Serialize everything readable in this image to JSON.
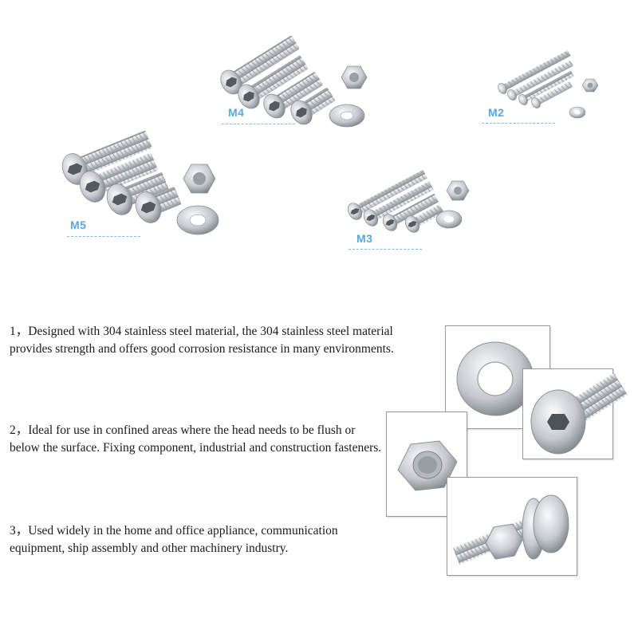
{
  "sizes": {
    "m4": "M4",
    "m2": "M2",
    "m5": "M5",
    "m3": "M3"
  },
  "features": [
    {
      "number": "1，",
      "text": "Designed with 304 stainless steel material, the 304 stainless steel material provides strength and offers good corrosion resistance in many environments."
    },
    {
      "number": "2，",
      "text": "Ideal for use in confined areas where the head needs to be flush or below the surface. Fixing component, industrial and construction fasteners."
    },
    {
      "number": "3，",
      "text": "Used widely in the home and office appliance, communication equipment, ship assembly and other machinery industry."
    }
  ],
  "colors": {
    "label": "#5aa7e0",
    "steel_light": "#eef0f2",
    "steel_mid": "#c4c8cc",
    "steel_dark": "#8c9196"
  }
}
